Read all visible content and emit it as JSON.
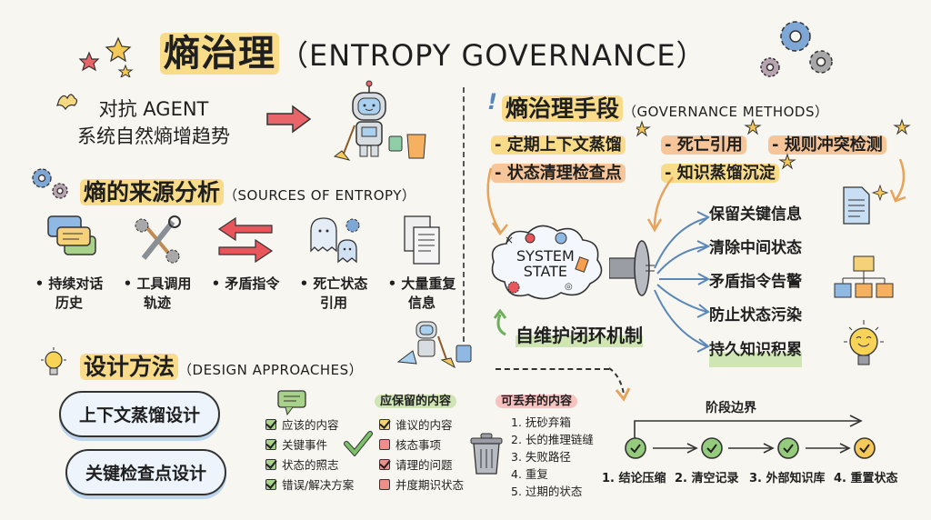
{
  "title": {
    "cn": "熵治理",
    "en": "（ENTROPY GOVERNANCE）"
  },
  "intro": {
    "line1": "对抗 AGENT",
    "line2": "系统自然熵增趋势"
  },
  "sources": {
    "title_cn": "熵的来源分析",
    "title_en": "（SOURCES OF ENTROPY）",
    "items": [
      {
        "icon": "chat-bubbles-icon",
        "label_line1": "• 持续对话",
        "label_line2": "历史"
      },
      {
        "icon": "tools-icon",
        "label_line1": "• 工具调用",
        "label_line2": "轨迹"
      },
      {
        "icon": "conflict-arrows-icon",
        "label_line1": "• 矛盾指令",
        "label_line2": ""
      },
      {
        "icon": "ghost-icon",
        "label_line1": "• 死亡状态",
        "label_line2": "引用"
      },
      {
        "icon": "documents-icon",
        "label_line1": "• 大量重复",
        "label_line2": "信息"
      }
    ]
  },
  "methods": {
    "title_cn": "熵治理手段",
    "title_en": "（GOVERNANCE METHODS）",
    "items": [
      {
        "label": "- 定期上下文蒸馏",
        "color": "yellow"
      },
      {
        "label": "- 死亡引用",
        "color": "orange"
      },
      {
        "label": "- 规则冲突检测",
        "color": "orange"
      },
      {
        "label": "- 状态清理检查点",
        "color": "orange"
      },
      {
        "label": "- 知识蒸馏沉淀",
        "color": "yellow"
      }
    ]
  },
  "system": {
    "cloud_line1": "SYSTEM",
    "cloud_line2": "STATE",
    "loop_label": "自维护闭环机制",
    "outcomes": [
      "保留关键信息",
      "清除中间状态",
      "矛盾指令告警",
      "防止状态污染",
      "持久知识积累"
    ]
  },
  "design": {
    "title_cn": "设计方法",
    "title_en": "（DESIGN APPROACHES）",
    "clouds": [
      "上下文蒸馏设计",
      "关键检查点设计"
    ],
    "keep_list": [
      {
        "label": "应该的内容",
        "color": "green"
      },
      {
        "label": "关键事件",
        "color": "green"
      },
      {
        "label": "状态的照志",
        "color": "green"
      },
      {
        "label": "错误/解决方案",
        "color": "green"
      }
    ],
    "retain": {
      "title": "应保留的内容",
      "items": [
        {
          "label": "谁议的内容",
          "color": "yellow",
          "checked": true
        },
        {
          "label": "核态事项",
          "color": "red",
          "checked": false
        },
        {
          "label": "请理的问题",
          "color": "red",
          "checked": true
        },
        {
          "label": "并度期识状态",
          "color": "red",
          "checked": false
        }
      ]
    },
    "discard": {
      "title": "可丢弃的内容",
      "items": [
        "1. 抚砂弃箱",
        "2. 长的推理链缝",
        "3. 失败路径",
        "4. 重复",
        "5. 过期的状态"
      ]
    }
  },
  "stages": {
    "boundary_label": "阶段边界",
    "items": [
      {
        "label": "1. 结论压缩",
        "color": "#95cb7c"
      },
      {
        "label": "2. 清空记录",
        "color": "#95cb7c"
      },
      {
        "label": "3. 外部知识库",
        "color": "#95cb7c"
      },
      {
        "label": "4. 重置状态",
        "color": "#f5c85a"
      }
    ]
  },
  "colors": {
    "background": "#f7f6f1",
    "highlight_yellow": "#f8dc8a",
    "highlight_orange": "#f6c59a",
    "highlight_green": "#cfe5b4",
    "highlight_red": "#f6c3c0",
    "arrow_red": "#e8656a",
    "arrow_blue": "#5a86b8",
    "arrow_orange": "#e8a35a"
  }
}
